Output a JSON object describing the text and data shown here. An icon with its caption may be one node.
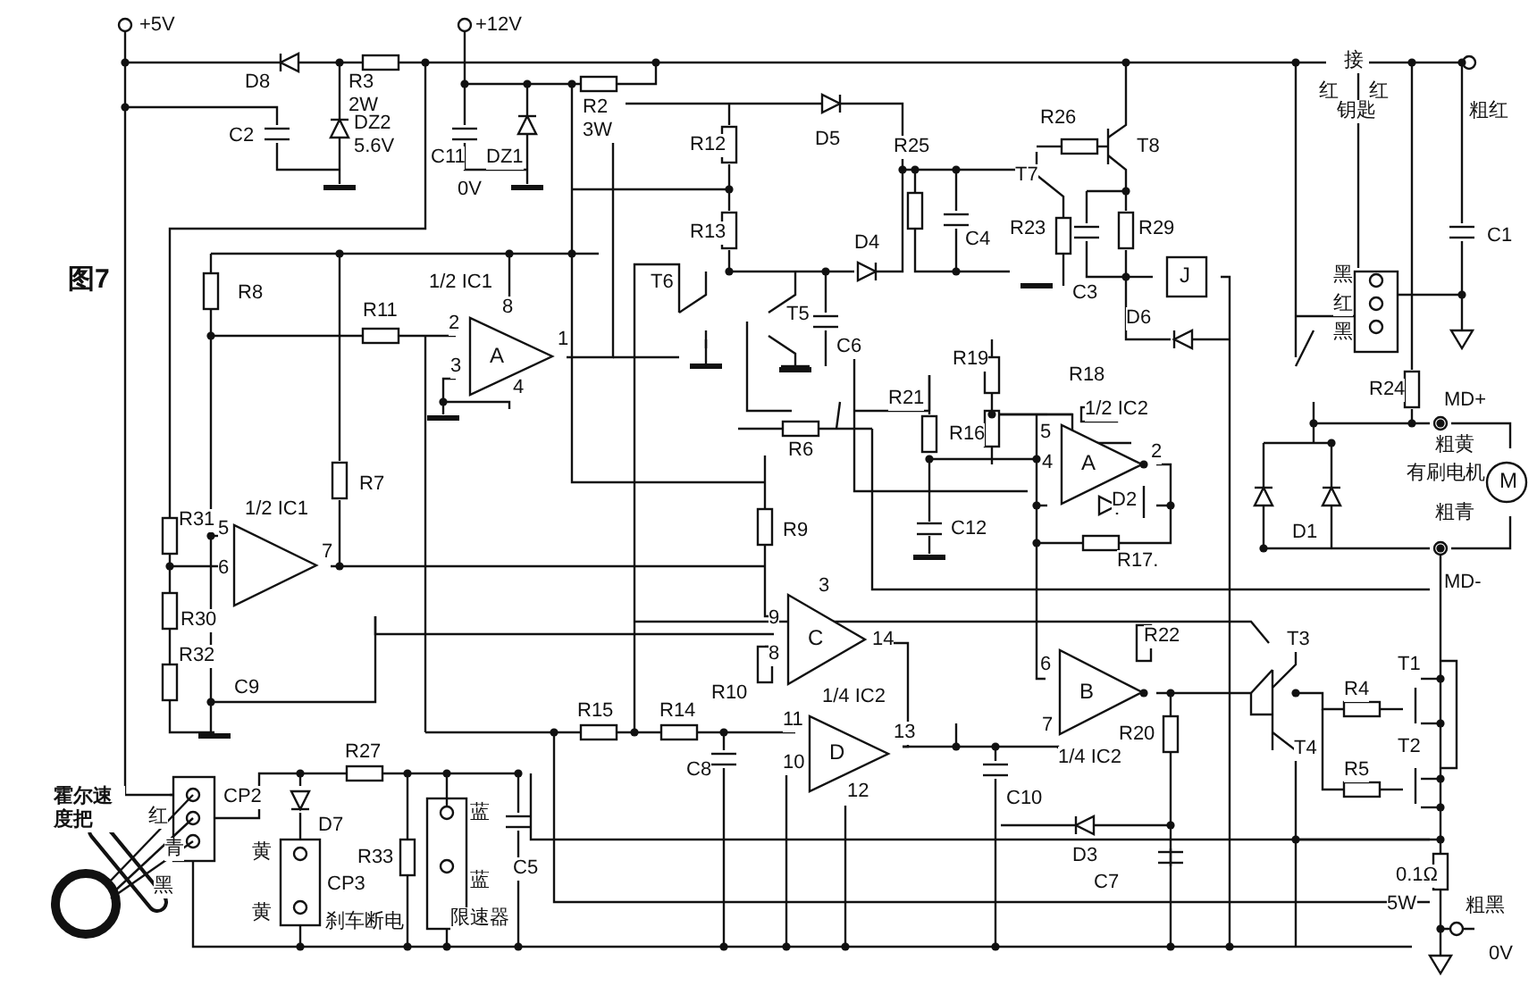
{
  "diagram": {
    "title": "图7",
    "nodes": [
      {
        "text": [
          "A"
        ],
        "beside": [
          "1/2 IC1",
          "2",
          "3",
          "8",
          "4",
          "1"
        ]
      },
      {
        "text": [],
        "shape": "triangle",
        "beside": [
          "1/2 IC1",
          "5",
          "6",
          "7"
        ]
      },
      {
        "text": [
          "A"
        ],
        "beside": [
          "1/2 IC2",
          "5",
          "4",
          "2"
        ]
      },
      {
        "text": [
          "C"
        ],
        "beside": [
          "3",
          "9",
          "8",
          "14"
        ]
      },
      {
        "text": [
          "D"
        ],
        "beside": [
          "1/4 IC2",
          "11",
          "10",
          "13",
          "12"
        ]
      },
      {
        "text": [
          "B"
        ],
        "beside": [
          "1/4 IC2",
          "6",
          "7"
        ]
      },
      {
        "text": [
          "J"
        ]
      },
      {
        "text": [
          "M"
        ],
        "beside": [
          "有刷电机"
        ]
      }
    ],
    "labels": [
      "+5V",
      "+12V",
      "D8",
      "R3 2W",
      "C2",
      "DZ2 5.6V",
      "C11",
      "0V",
      "DZ1",
      "R2 3W",
      "R12",
      "R13",
      "D5",
      "R25",
      "R26",
      "T8",
      "T7",
      "C4",
      "R23",
      "R29",
      "C3",
      "D4",
      "T6",
      "T5",
      "C6",
      "D6",
      "接",
      "红",
      "钥匙",
      "红",
      "粗红",
      "C1",
      "黑",
      "红",
      "黑",
      "R8",
      "R11",
      "R24",
      "MD+",
      "粗黄",
      "粗青",
      "MD-",
      "R19",
      "R18",
      "R21",
      "R16",
      "R6",
      "C12",
      "D2",
      "R17.",
      "D1",
      "R7",
      "R31",
      "R9",
      "R30",
      "R32",
      "C9",
      "R10",
      "R22",
      "T3",
      "T1",
      "R4",
      "T4",
      "T2",
      "R5",
      "R15",
      "R14",
      "C8",
      "R20",
      "C10",
      "D3",
      "R27",
      "CP2",
      "霍尔速度把",
      "红",
      "青",
      "黑",
      "D7",
      "黄",
      "CP3",
      "黄",
      "刹车断电",
      "R33",
      "蓝",
      "蓝",
      "限速器",
      "C5",
      "C7",
      "0.1Ω",
      "5W",
      "粗黑",
      "0V"
    ]
  }
}
